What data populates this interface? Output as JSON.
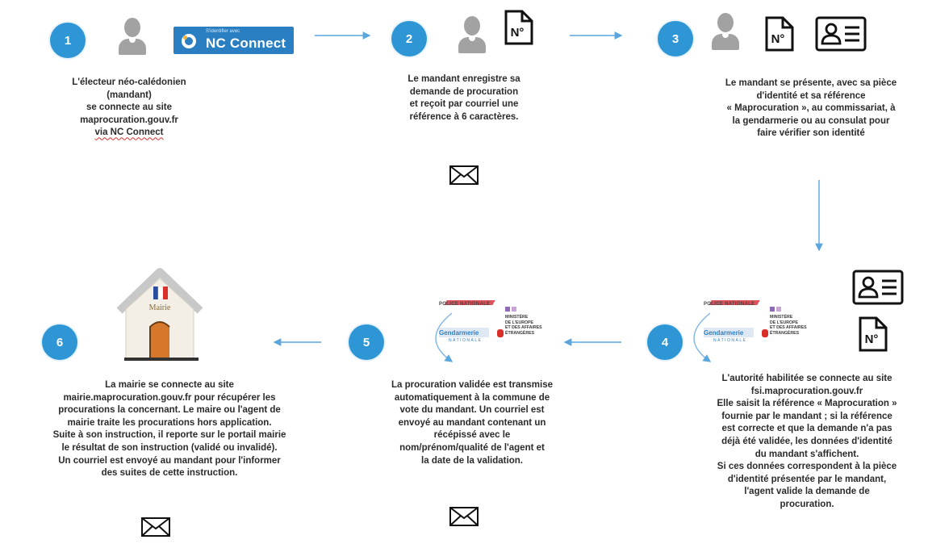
{
  "steps": [
    {
      "number": "1",
      "lines": [
        "L'électeur néo-calédonien",
        "(mandant)",
        "se connecte au site",
        "maprocuration.gouv.fr",
        "via NC Connect"
      ],
      "wavy_line": 4,
      "wavy_word": "Connect"
    },
    {
      "number": "2",
      "lines": [
        "Le mandant enregistre sa",
        "demande de procuration",
        "et reçoit par courriel une",
        "référence à 6 caractères."
      ]
    },
    {
      "number": "3",
      "lines": [
        "Le mandant  se présente, avec sa pièce",
        "d'identité et sa référence",
        "« Maprocuration », au commissariat, à",
        "la gendarmerie ou au consulat pour",
        "faire vérifier son identité"
      ]
    },
    {
      "number": "4",
      "lines": [
        "L'autorité habilitée se connecte au site",
        "fsi.maprocuration.gouv.fr",
        "Elle saisit la référence « Maprocuration »",
        "fournie par le mandant ; si la référence",
        "est correcte et que la demande n'a pas",
        "déjà été validée, les données d'identité",
        "du mandant s'affichent.",
        "Si ces données correspondent à la pièce",
        "d'identité présentée par le mandant,",
        "l'agent valide la demande de",
        "procuration."
      ]
    },
    {
      "number": "5",
      "lines": [
        "La procuration validée est transmise",
        "automatiquement à la commune de",
        "vote du mandant. Un courriel est",
        "envoyé au mandant contenant un",
        "récépissé avec le",
        "nom/prénom/qualité de l'agent et",
        "la date de la validation."
      ]
    },
    {
      "number": "6",
      "lines": [
        "La mairie se connecte au site",
        "mairie.maprocuration.gouv.fr pour récupérer les",
        "procurations la concernant. Le maire ou l'agent de",
        "mairie traite les procurations hors application.",
        "Suite à son instruction, il reporte sur le portail mairie",
        "le résultat de son instruction (validé ou invalidé).",
        "Un courriel est envoyé au mandant pour l'informer",
        "des suites de cette instruction."
      ]
    }
  ],
  "nc_connect": {
    "small": "S'identifier avec",
    "big": "NC Connect"
  },
  "doc_icon_label": "N°",
  "police_logo": {
    "police": "POLICE NATIONALE",
    "gendarmerie": "Gendarmerie",
    "gendarmerie_sub": "NATIONALE",
    "ministere": [
      "MINISTÈRE",
      "DE L'EUROPE",
      "ET DES AFFAIRES",
      "ÉTRANGÈRES"
    ]
  },
  "mairie_label": "Mairie",
  "colors": {
    "step_circle": "#2f96d6",
    "arrow": "#5aa6dd",
    "nc_connect_bg": "#2a7fc3"
  }
}
